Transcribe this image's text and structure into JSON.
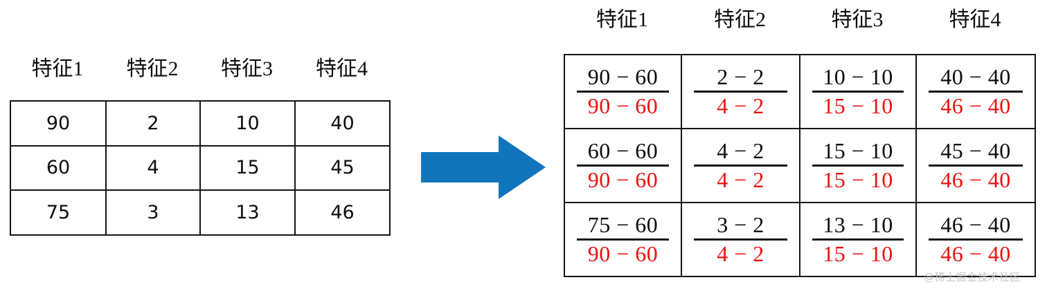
{
  "colors": {
    "arrow_blue": "#1175bc",
    "numerator_black": "#0d0d0d",
    "denominator_red": "#ee1111",
    "border": "#141414",
    "background": "#ffffff",
    "watermark_gray": "#b9b9b9"
  },
  "left_table": {
    "headers": [
      "特征1",
      "特征2",
      "特征3",
      "特征4"
    ],
    "rows": [
      [
        "90",
        "2",
        "10",
        "40"
      ],
      [
        "60",
        "4",
        "15",
        "45"
      ],
      [
        "75",
        "3",
        "13",
        "46"
      ]
    ]
  },
  "arrow": {
    "icon": "right-arrow-icon",
    "direction": "right"
  },
  "right_table": {
    "headers": [
      "特征1",
      "特征2",
      "特征3",
      "特征4"
    ],
    "rows": [
      [
        {
          "numerator": "90 − 60",
          "denominator": "90 − 60"
        },
        {
          "numerator": "2 − 2",
          "denominator": "4 − 2"
        },
        {
          "numerator": "10 − 10",
          "denominator": "15 − 10"
        },
        {
          "numerator": "40 − 40",
          "denominator": "46 − 40"
        }
      ],
      [
        {
          "numerator": "60 − 60",
          "denominator": "90 − 60"
        },
        {
          "numerator": "4 − 2",
          "denominator": "4 − 2"
        },
        {
          "numerator": "15 − 10",
          "denominator": "15 − 10"
        },
        {
          "numerator": "45 − 40",
          "denominator": "46 − 40"
        }
      ],
      [
        {
          "numerator": "75 − 60",
          "denominator": "90 − 60"
        },
        {
          "numerator": "3 − 2",
          "denominator": "4 − 2"
        },
        {
          "numerator": "13 − 10",
          "denominator": "15 − 10"
        },
        {
          "numerator": "46 − 40",
          "denominator": "46 − 40"
        }
      ]
    ]
  },
  "watermark": {
    "text": "@稀土掘金技术社区"
  }
}
